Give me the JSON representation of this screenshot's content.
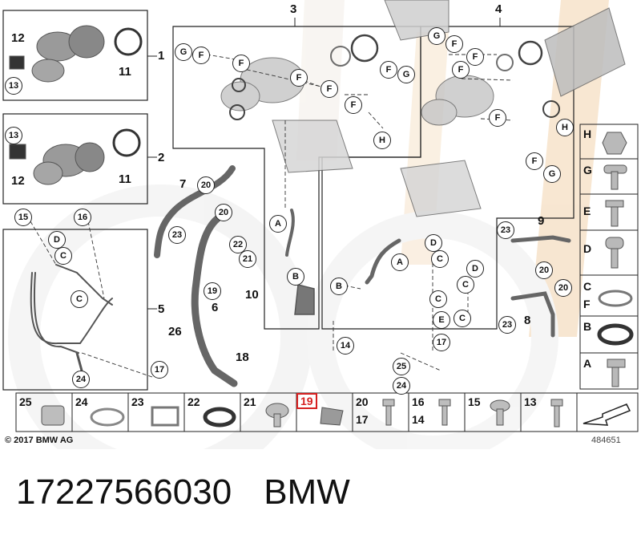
{
  "diagram": {
    "group_labels": [
      "1",
      "2",
      "3",
      "4",
      "5",
      "6",
      "7",
      "8",
      "9",
      "10"
    ],
    "part_labels": [
      "11",
      "11",
      "12",
      "12",
      "13",
      "13",
      "15",
      "16",
      "17",
      "18",
      "19",
      "20",
      "20",
      "20",
      "21",
      "22",
      "23",
      "23",
      "23",
      "24",
      "25",
      "26",
      "14"
    ],
    "callout_letters": [
      "G",
      "F",
      "F",
      "F",
      "F",
      "F",
      "F",
      "F",
      "F",
      "G",
      "G",
      "F",
      "F",
      "E",
      "E",
      "H",
      "H",
      "A",
      "A",
      "B",
      "B",
      "C",
      "C",
      "C",
      "C",
      "C",
      "D",
      "D",
      "D",
      "D"
    ],
    "callout_numbers": [
      "12",
      "13",
      "15",
      "16",
      "17",
      "17",
      "19",
      "20",
      "20",
      "20",
      "21",
      "22",
      "23",
      "23",
      "23",
      "24",
      "24",
      "25",
      "14"
    ]
  },
  "side_panel": [
    {
      "key": "H"
    },
    {
      "key": "G"
    },
    {
      "key": "E"
    },
    {
      "key": "D"
    },
    {
      "key": "C",
      "sub": "F"
    },
    {
      "key": "B"
    },
    {
      "key": "A"
    }
  ],
  "bottom_row": [
    {
      "key": "25"
    },
    {
      "key": "24"
    },
    {
      "key": "23"
    },
    {
      "key": "22"
    },
    {
      "key": "21"
    },
    {
      "key": "19",
      "selected": true
    },
    {
      "key": "20",
      "sub": "17"
    },
    {
      "key": "16",
      "sub": "14"
    },
    {
      "key": "15"
    },
    {
      "key": "13"
    },
    {
      "key": ""
    }
  ],
  "footer": {
    "copyright": "© 2017 BMW AG",
    "diagram_id": "484651"
  },
  "caption": {
    "part_number": "17227566030",
    "brand": "BMW"
  },
  "colors": {
    "selected_outline": "#d62020",
    "background_stripe": "#f3d7b4",
    "line": "#222222"
  }
}
